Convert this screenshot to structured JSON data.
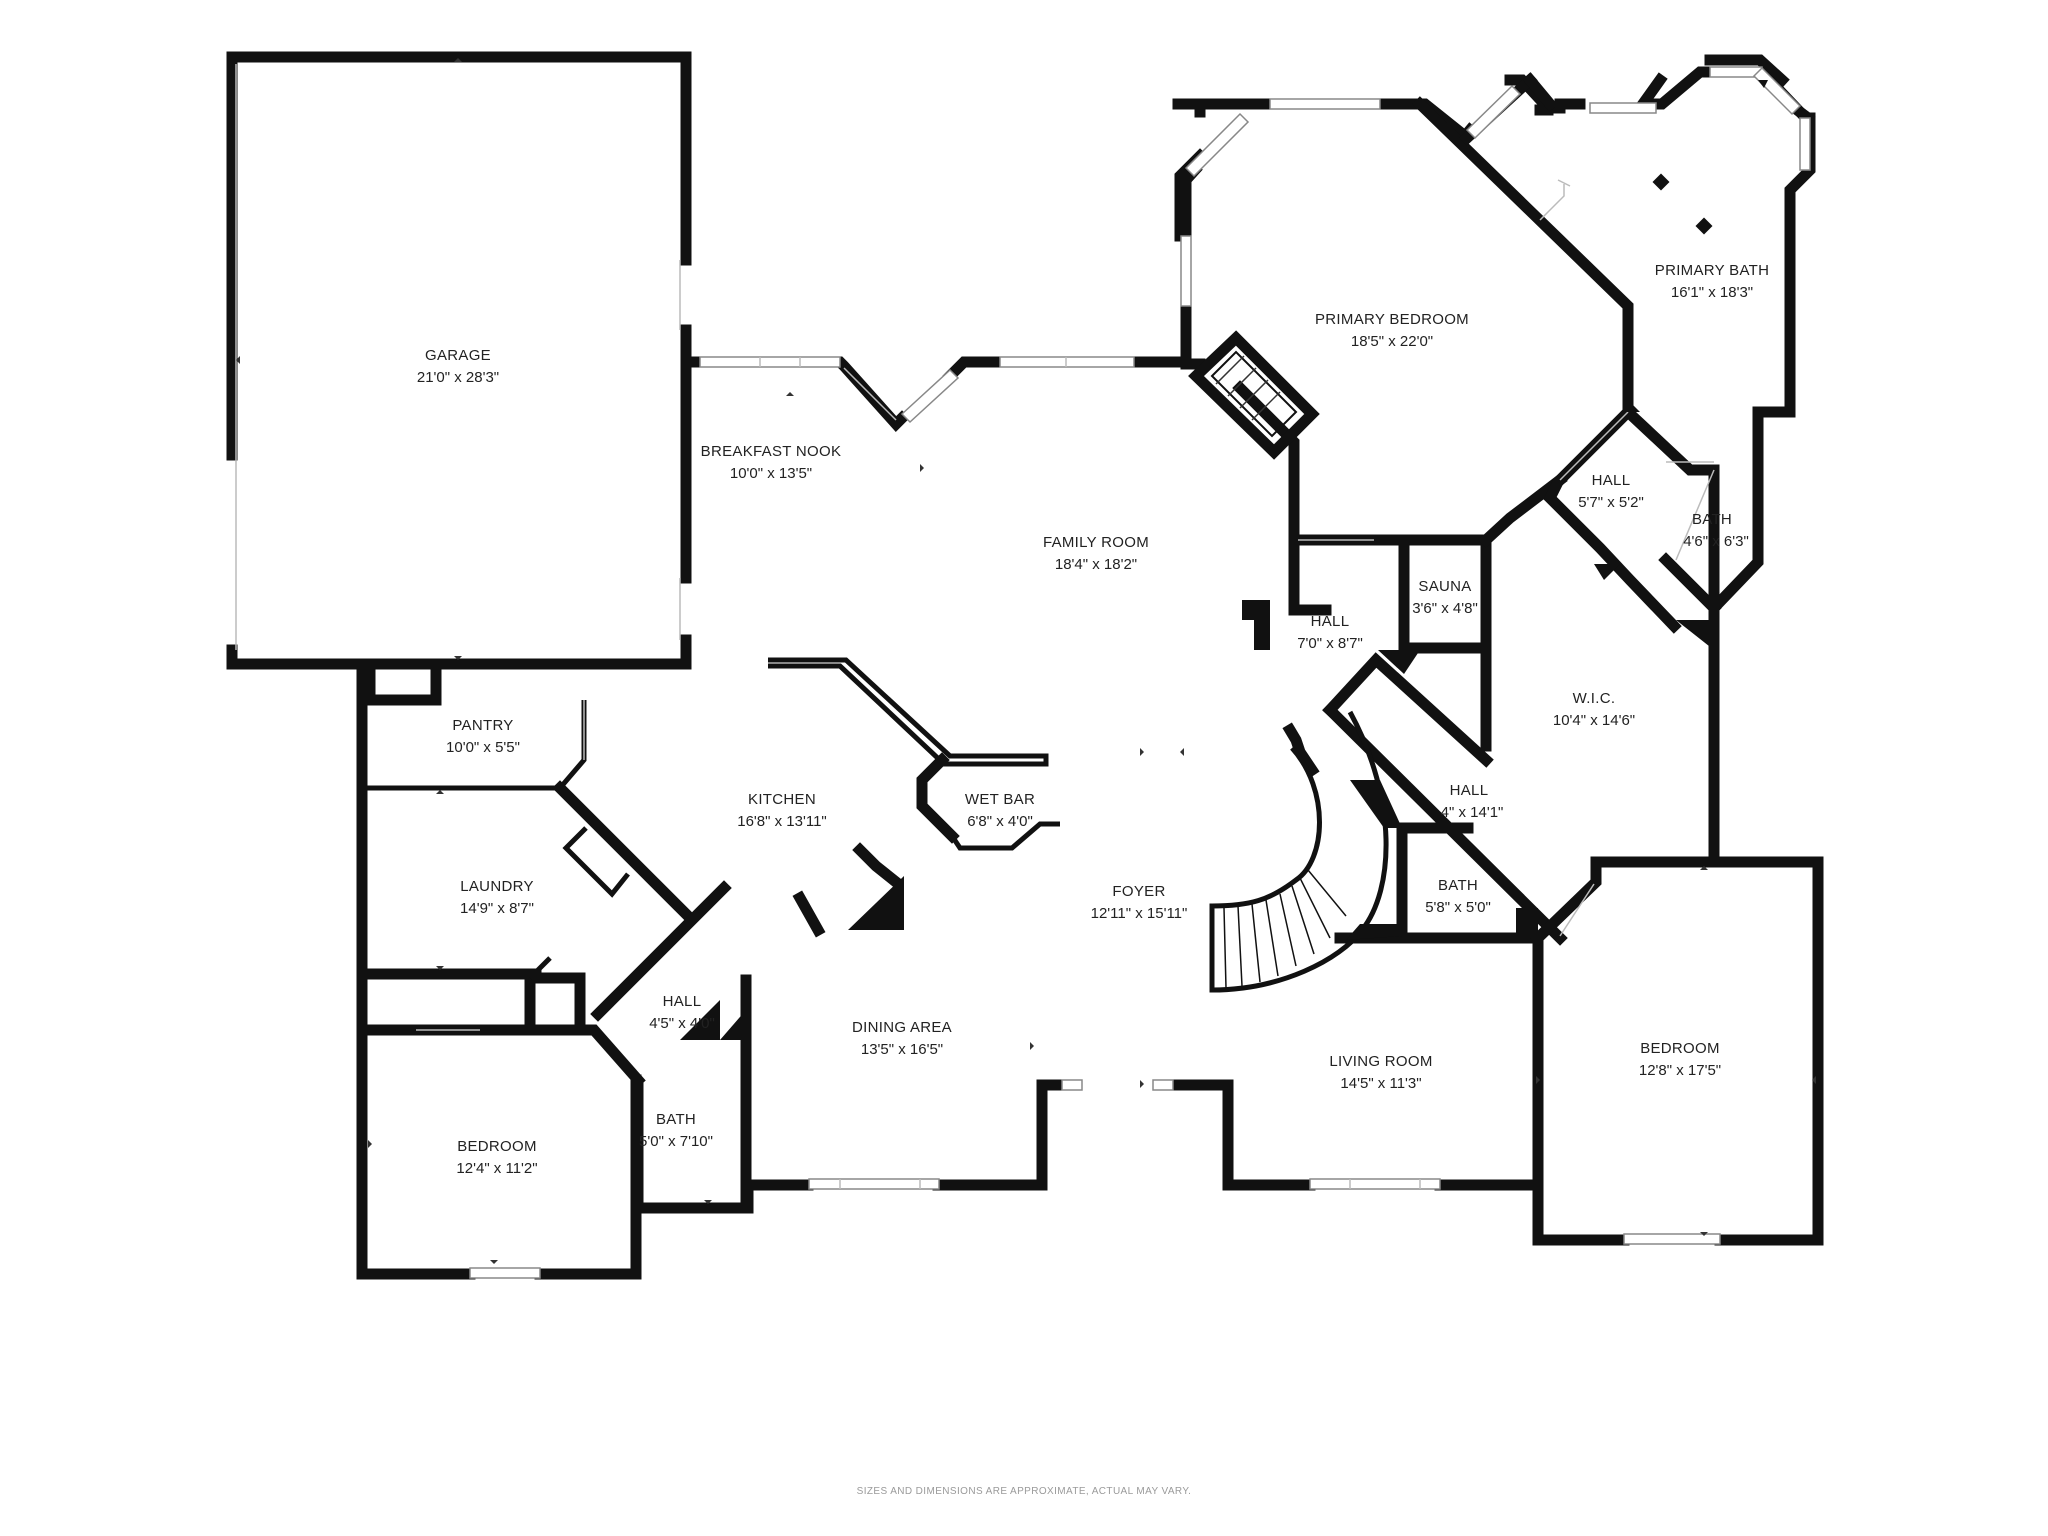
{
  "rooms": [
    {
      "id": "garage",
      "name": "GARAGE",
      "dim": "21'0\" x 28'3\""
    },
    {
      "id": "breakfast-nook",
      "name": "BREAKFAST NOOK",
      "dim": "10'0\" x 13'5\""
    },
    {
      "id": "family-room",
      "name": "FAMILY ROOM",
      "dim": "18'4\" x 18'2\""
    },
    {
      "id": "primary-bedroom",
      "name": "PRIMARY BEDROOM",
      "dim": "18'5\" x 22'0\""
    },
    {
      "id": "primary-bath",
      "name": "PRIMARY BATH",
      "dim": "16'1\" x 18'3\""
    },
    {
      "id": "hall-upper",
      "name": "HALL",
      "dim": "5'7\" x 5'2\""
    },
    {
      "id": "bath-upper",
      "name": "BATH",
      "dim": "4'6\" x 6'3\""
    },
    {
      "id": "sauna",
      "name": "SAUNA",
      "dim": "3'6\" x 4'8\""
    },
    {
      "id": "hall-middle",
      "name": "HALL",
      "dim": "7'0\" x 8'7\""
    },
    {
      "id": "wic",
      "name": "W.I.C.",
      "dim": "10'4\" x 14'6\""
    },
    {
      "id": "pantry",
      "name": "PANTRY",
      "dim": "10'0\" x 5'5\""
    },
    {
      "id": "kitchen",
      "name": "KITCHEN",
      "dim": "16'8\" x 13'11\""
    },
    {
      "id": "wet-bar",
      "name": "WET BAR",
      "dim": "6'8\" x 4'0\""
    },
    {
      "id": "hall-diagonal",
      "name": "HALL",
      "dim": "4\" x 14'1\""
    },
    {
      "id": "laundry",
      "name": "LAUNDRY",
      "dim": "14'9\" x 8'7\""
    },
    {
      "id": "foyer",
      "name": "FOYER",
      "dim": "12'11\" x 15'11\""
    },
    {
      "id": "bath-middle",
      "name": "BATH",
      "dim": "5'8\" x 5'0\""
    },
    {
      "id": "hall-lower",
      "name": "HALL",
      "dim": "4'5\" x 4'0\""
    },
    {
      "id": "dining-area",
      "name": "DINING AREA",
      "dim": "13'5\" x 16'5\""
    },
    {
      "id": "living-room",
      "name": "LIVING ROOM",
      "dim": "14'5\" x 11'3\""
    },
    {
      "id": "bedroom-right",
      "name": "BEDROOM",
      "dim": "12'8\" x 17'5\""
    },
    {
      "id": "bedroom-left",
      "name": "BEDROOM",
      "dim": "12'4\" x 11'2\""
    },
    {
      "id": "bath-lower",
      "name": "BATH",
      "dim": "5'0\" x 7'10\""
    }
  ],
  "disclaimer": "SIZES AND DIMENSIONS ARE APPROXIMATE, ACTUAL MAY VARY."
}
